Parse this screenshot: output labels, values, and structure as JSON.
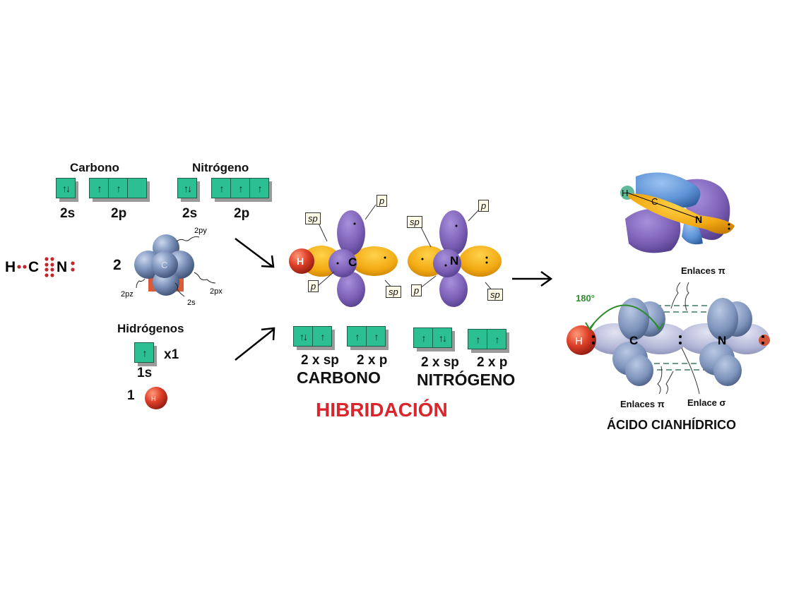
{
  "left": {
    "carbono": {
      "title": "Carbono",
      "s_label": "2s",
      "p_label": "2p",
      "s_boxes": [
        "↑↓"
      ],
      "p_boxes": [
        "↑",
        "↑",
        ""
      ]
    },
    "nitrogeno": {
      "title": "Nitrógeno",
      "s_label": "2s",
      "p_label": "2p",
      "s_boxes": [
        "↑↓"
      ],
      "p_boxes": [
        "↑",
        "↑",
        "↑"
      ]
    },
    "lewis": {
      "h": "H",
      "c": "C",
      "n": "N"
    },
    "period_number": "2",
    "orbital_labels": {
      "py": "2py",
      "px": "2px",
      "pz": "2pz",
      "s": "2s",
      "center": "C"
    },
    "hidrogenos": {
      "title": "Hidrógenos",
      "boxes": [
        "↑"
      ],
      "multiplier": "x1",
      "s_label": "1s",
      "period_number": "1",
      "atom": "H"
    }
  },
  "middle": {
    "carbon_model": {
      "atom": "C",
      "h_atom": "H",
      "tags": [
        "sp",
        "p",
        "p",
        "sp"
      ]
    },
    "nitrogen_model": {
      "atom": "N",
      "tags": [
        "sp",
        "p",
        "p",
        "sp"
      ]
    },
    "carbono": {
      "sp_boxes": [
        "↑↓",
        "↑"
      ],
      "p_boxes": [
        "↑",
        "↑"
      ],
      "sp_label": "2 x sp",
      "p_label": "2 x p",
      "name": "CARBONO"
    },
    "nitrogeno": {
      "sp_boxes": [
        "↑",
        "↑↓"
      ],
      "p_boxes": [
        "↑",
        "↑"
      ],
      "sp_label": "2 x sp",
      "p_label": "2 x p",
      "name": "NITRÓGENO"
    },
    "title": "HIBRIDACIÓN"
  },
  "right": {
    "top_model": {
      "h": "H",
      "c": "C",
      "n": "N"
    },
    "linear_model": {
      "h": "H",
      "c": "C",
      "n": "N",
      "angle": "180°"
    },
    "enlaces_pi_top": "Enlaces π",
    "enlaces_pi_bottom": "Enlaces π",
    "enlace_sigma": "Enlace σ",
    "title": "ÁCIDO CIANHÍDRICO"
  },
  "colors": {
    "box": "#2bbf92",
    "title_red": "#d9262c",
    "purple": "#7b5fb5",
    "orange": "#f2aa14",
    "blue_gray": "#7d93bb",
    "green_label": "#2e8b2e"
  }
}
